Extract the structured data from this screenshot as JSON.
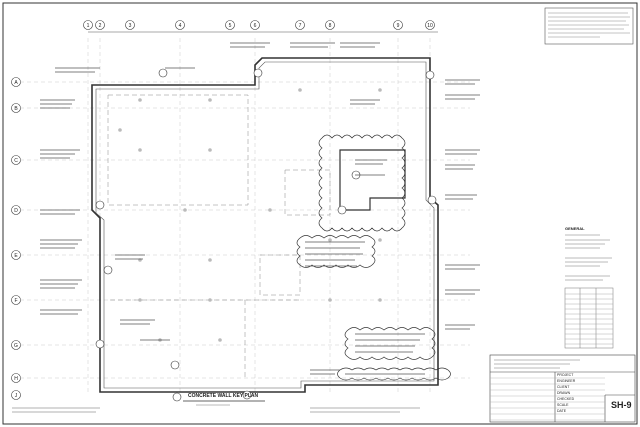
{
  "sheet": {
    "number": "SH-9",
    "plan_title": "CONCRETE WALL KEY PLAN"
  },
  "grid": {
    "columns": [
      "1",
      "2",
      "3",
      "4",
      "5",
      "6",
      "7",
      "8",
      "9",
      "10"
    ],
    "rows": [
      "A",
      "B",
      "C",
      "D",
      "E",
      "F",
      "G",
      "H",
      "J"
    ]
  },
  "notes": {
    "general": "GENERAL",
    "legend_title": "LEGEND"
  },
  "title_block": {
    "labels": [
      "PROJECT",
      "ENGINEER",
      "CLIENT",
      "DRAWN",
      "CHECKED",
      "SCALE",
      "DATE"
    ]
  },
  "colors": {
    "line": "#333333",
    "light": "#9a9a9a",
    "paper": "#ffffff"
  }
}
